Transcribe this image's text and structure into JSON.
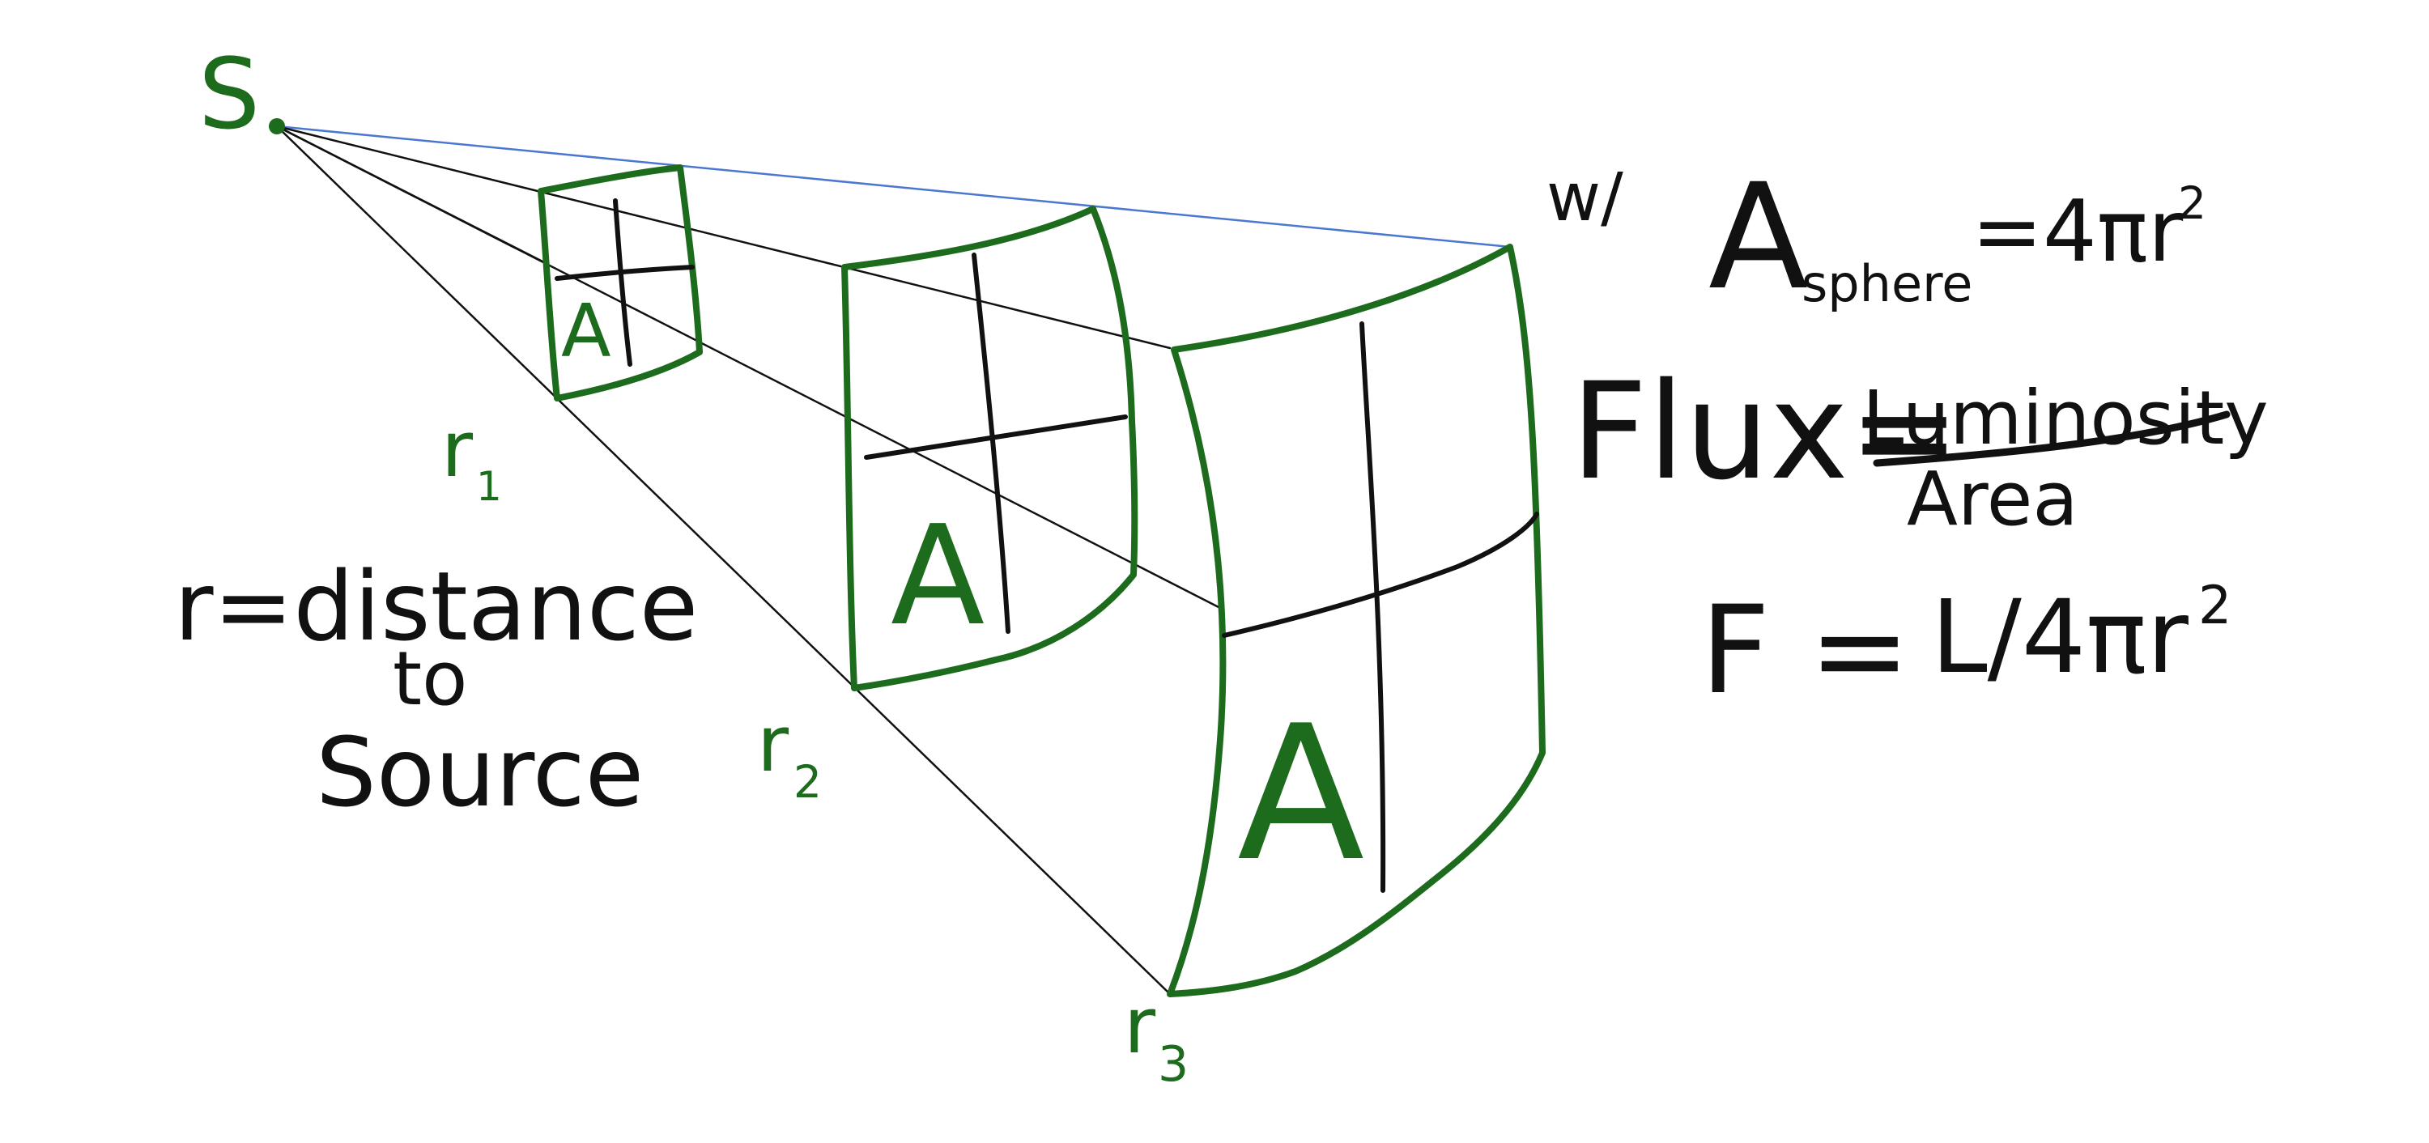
{
  "colors": {
    "green": "#1d6b1d",
    "black": "#111111",
    "blue": "#4a78d0"
  },
  "source_label": "S",
  "radius_labels": {
    "r1_main": "r",
    "r1_sub": "1",
    "r2_main": "r",
    "r2_sub": "2",
    "r3_main": "r",
    "r3_sub": "3"
  },
  "area_label": "A",
  "definition": {
    "line1": "r=distance",
    "line2": "to",
    "line3": "Source"
  },
  "notes": {
    "with_label": "w/",
    "sphere_area_A": "A",
    "sphere_area_sub": "sphere",
    "sphere_area_rhs": "=4πr",
    "sphere_area_exp": "2",
    "flux_lhs": "Flux=",
    "flux_numerator": "Luminosity",
    "flux_denominator": "Area",
    "formula_lhs": "F =",
    "formula_rhs": "L/4πr",
    "formula_exp": "2"
  }
}
